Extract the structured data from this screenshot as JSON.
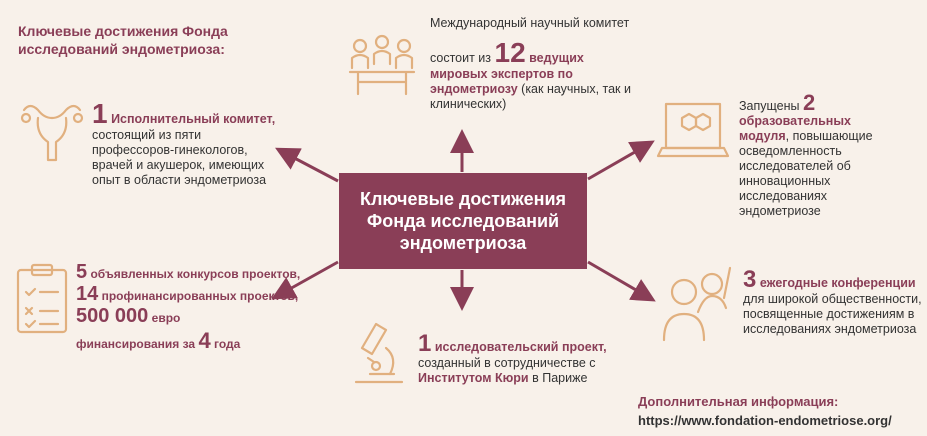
{
  "title": "Ключевые достижения Фонда исследований эндометриоза:",
  "center": "Ключевые достижения Фонда исследований эндометриоза",
  "committee_intl": {
    "line1": "Международный научный комитет",
    "pre": "состоит из",
    "num": "12",
    "b1": "ведущих",
    "b2": "мировых экспертов по",
    "b3": "эндометриозу",
    "tail": "(как научных, так и",
    "tail2": "клинических)"
  },
  "exec": {
    "num": "1",
    "head": "Исполнительный комитет,",
    "lines": [
      "состоящий из пяти",
      "профессоров-гинекологов,",
      "врачей и акушерок, имеющих",
      "опыт в области эндометриоза"
    ]
  },
  "modules": {
    "pre": "Запущены",
    "num": "2",
    "b1": "образовательных",
    "b2": "модуля",
    "lines": [
      ", повышающие",
      "осведомленность",
      "исследователей об",
      "инновационных",
      "исследованиях",
      "эндометриозе"
    ]
  },
  "grants": {
    "num1": "5",
    "t1": "объявленных конкурсов проектов,",
    "num2": "14",
    "t2": "профинансированных проектов,",
    "num3": "500 000",
    "t3": "евро",
    "t4": "финансирования за",
    "num4": "4",
    "t5": "года"
  },
  "research": {
    "num": "1",
    "head": "исследовательский проект,",
    "line1": "созданный в сотрудничестве с",
    "b": "Институтом Кюри",
    "tail": "в Париже"
  },
  "conf": {
    "num": "3",
    "head": "ежегодные конференции",
    "lines": [
      "для широкой общественности,",
      "посвященные достижениям в",
      "исследованиях эндометриоза"
    ]
  },
  "more": {
    "label": "Дополнительная информация:",
    "url": "https://www.fondation-endometriose.org/"
  },
  "colors": {
    "maroon": "#8a3e57",
    "icon": "#e1b07f",
    "background": "#f8f1ea"
  }
}
